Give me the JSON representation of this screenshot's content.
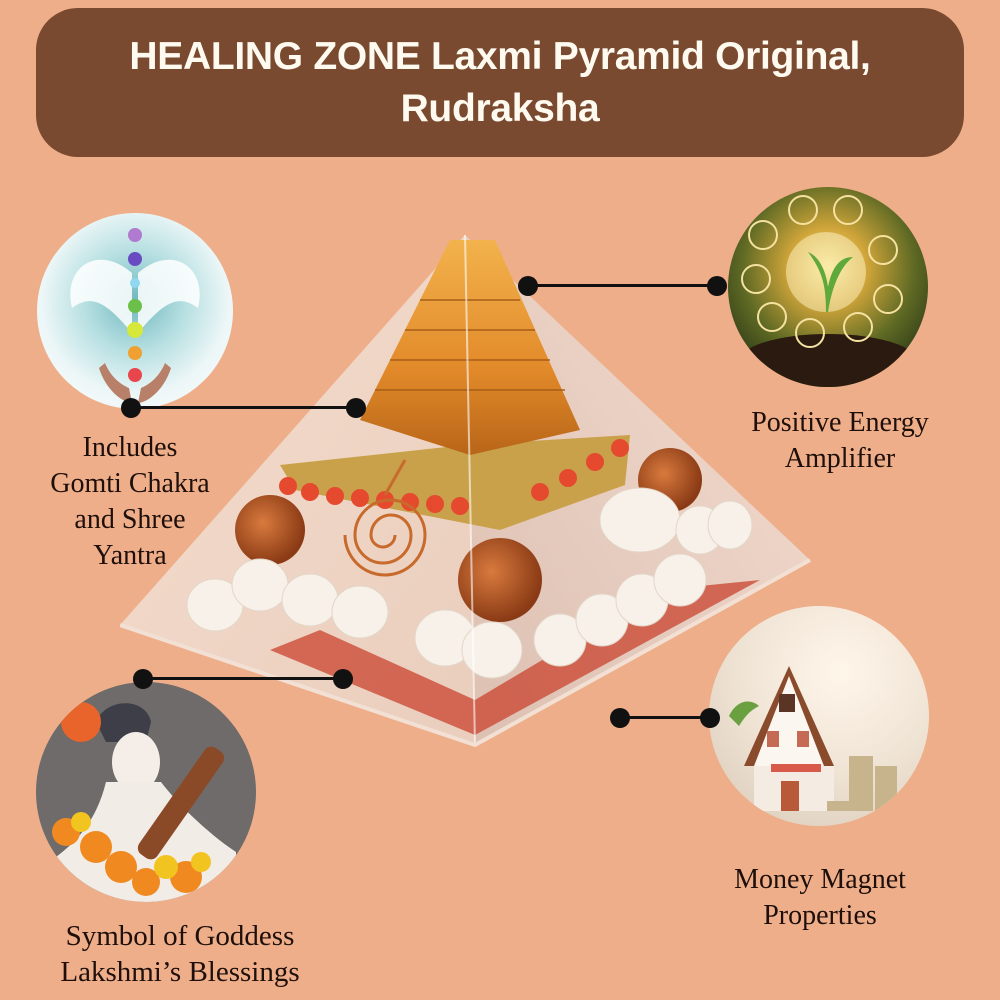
{
  "banner": {
    "title_line1": "HEALING ZONE Laxmi Pyramid Original,",
    "title_line2": "Rudraksha",
    "background_color": "#7a4a30",
    "text_color": "#fffaf0"
  },
  "page": {
    "background_color": "#eeae8a"
  },
  "product": {
    "name": "Laxmi Pyramid with Shree Yantra, Rudraksha, Gomti Chakra and copper spiral",
    "image": "orgonite-pyramid"
  },
  "features": [
    {
      "id": "gomti-chakra",
      "lines": [
        "Includes",
        "Gomti Chakra",
        "and Shree",
        "Yantra"
      ],
      "image": "chakra-angel-wings-hands"
    },
    {
      "id": "positive-energy",
      "lines": [
        "Positive Energy",
        "Amplifier"
      ],
      "image": "plant-in-lightbulb-eco-icons"
    },
    {
      "id": "lakshmi-blessings",
      "lines": [
        "Symbol of Goddess",
        "Lakshmi’s Blessings"
      ],
      "image": "goddess-statue-veena-marigold"
    },
    {
      "id": "money-magnet",
      "lines": [
        "Money Magnet",
        "Properties"
      ],
      "image": "house-with-coin-stacks"
    }
  ]
}
